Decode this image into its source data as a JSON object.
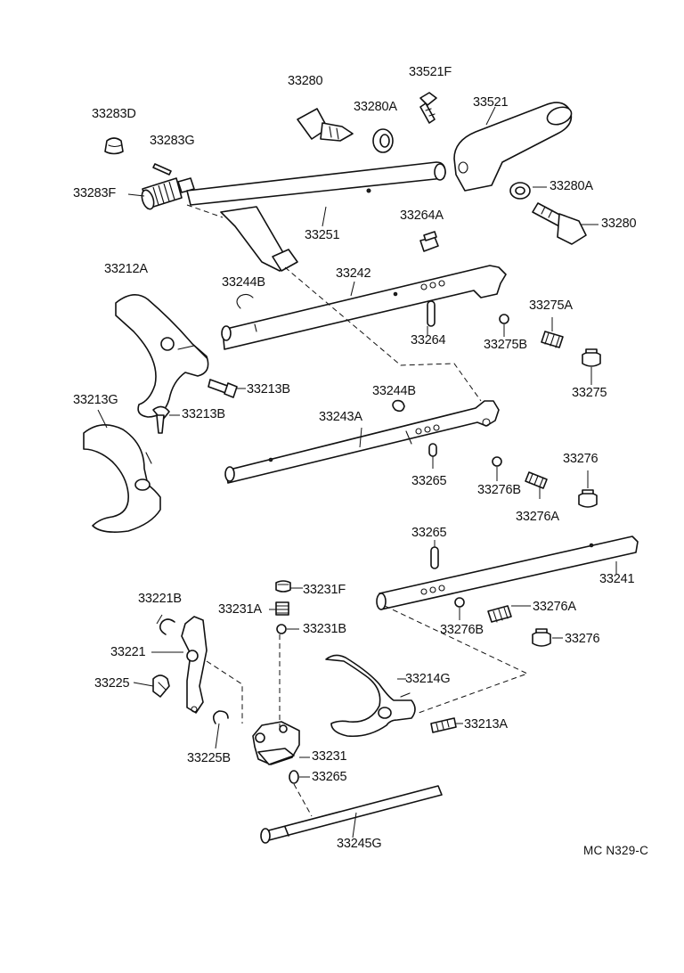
{
  "diagram": {
    "reference_code": "MC  N329-C",
    "labels": {
      "p33280_top": "33280",
      "p33521F": "33521F",
      "p33521": "33521",
      "p33283D": "33283D",
      "p33280A_top": "33280A",
      "p33283G": "33283G",
      "p33280A_right": "33280A",
      "p33283F": "33283F",
      "p33264A": "33264A",
      "p33280_right": "33280",
      "p33251": "33251",
      "p33212A": "33212A",
      "p33242": "33242",
      "p33244B_top": "33244B",
      "p33275A": "33275A",
      "p33264": "33264",
      "p33275B": "33275B",
      "p33213B_a": "33213B",
      "p33275": "33275",
      "p33213G": "33213G",
      "p33244B_mid": "33244B",
      "p33213B_b": "33213B",
      "p33243A": "33243A",
      "p33276_mid": "33276",
      "p33265_mid": "33265",
      "p33276B_mid": "33276B",
      "p33276A_mid": "33276A",
      "p33265_low": "33265",
      "p33241": "33241",
      "p33231F": "33231F",
      "p33221B": "33221B",
      "p33231A": "33231A",
      "p33276A_low": "33276A",
      "p33231B": "33231B",
      "p33276B_low": "33276B",
      "p33276_low": "33276",
      "p33221": "33221",
      "p33214G": "33214G",
      "p33225": "33225",
      "p33213A": "33213A",
      "p33231": "33231",
      "p33225B": "33225B",
      "p33265_bottom": "33265",
      "p33245G": "33245G"
    }
  }
}
